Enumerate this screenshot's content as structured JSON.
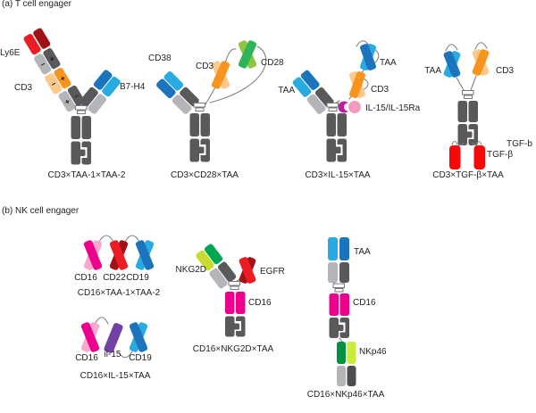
{
  "fig": {
    "a": {
      "header": "(a) T cell engager",
      "s": [
        {
          "name": "CD3×TAA-1×TAA-2",
          "ann": {
            "ly6e": "Ly6E",
            "cd3": "CD3",
            "b7h4": "B7-H4"
          },
          "charges": {
            "p1l": "+",
            "p1r": "−",
            "p2l": "−",
            "p2r": "+",
            "p3l": "−",
            "p3r": "+"
          }
        },
        {
          "name": "CD3×CD28×TAA",
          "ann": {
            "cd38": "CD38",
            "cd3": "CD3",
            "cd28": "CD28"
          }
        },
        {
          "name": "CD3×IL-15×TAA",
          "ann": {
            "taa_left": "TAA",
            "taa_right": "TAA",
            "cd3": "CD3",
            "il15": "IL-15/IL-15Ra"
          }
        },
        {
          "name": "CD3×TGF-β×TAA",
          "ann": {
            "taa": "TAA",
            "cd3": "CD3",
            "tgfb_right": "TGF-b",
            "tgfb_left": "TGF-β"
          }
        }
      ]
    },
    "b": {
      "header": "(b) NK cell engager",
      "s": [
        {
          "name": "CD16×TAA-1×TAA-2",
          "ann": {
            "cd16": "CD16",
            "cd22": "CD22",
            "cd19": "CD19"
          }
        },
        {
          "name": "CD16×IL-15×TAA",
          "ann": {
            "cd16": "CD16",
            "il15": "il-15",
            "cd19": "CD19"
          }
        },
        {
          "name": "CD16×NKG2D×TAA",
          "ann": {
            "nkg2d": "NKG2D",
            "egfr": "EGFR",
            "cd16": "CD16"
          }
        },
        {
          "name": "CD16×NKp46×TAA",
          "ann": {
            "taa": "TAA",
            "cd16": "CD16",
            "nkp46": "NKp46"
          }
        }
      ]
    }
  },
  "colors": {
    "red": "#ED1C24",
    "darkRed": "#A01215",
    "tgfRed": "#F60909",
    "orange": "#F7941E",
    "lightOrange": "#FDC98B",
    "blue": "#1C75BC",
    "lightBlue": "#29ABE2",
    "green": "#2FB457",
    "lightGreen": "#8DC63F",
    "yellowGreen": "#C9DB2E",
    "kellyGreen": "#00A651",
    "darkGreen": "#00923F",
    "lime": "#C9EC36",
    "pink": "#EC008C",
    "lightPink": "#F8A8CC",
    "rose": "#F49BC1",
    "magenta": "#BD1E9C",
    "purple": "#7340A3",
    "grayLight": "#B3B5B8",
    "grayDark": "#58595B",
    "grayDarker": "#4D4D4F",
    "line": "#808285",
    "text": "#231F20",
    "white": "#FFFFFF"
  }
}
